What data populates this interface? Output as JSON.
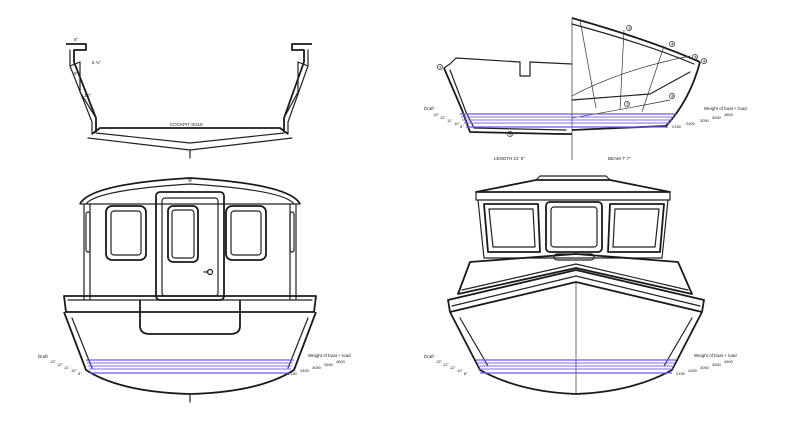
{
  "colors": {
    "line": "#222222",
    "waterline": "#7b6cf0",
    "background": "#ffffff"
  },
  "cockpit_section": {
    "sole_label": "COCKPIT SOLE",
    "dim_top": "6\"",
    "dim_depth": "6 ¾\"",
    "dim_side": "8\"",
    "dim_height": "14\""
  },
  "profile_view": {
    "length_label": "LENGTH 21' 5\"",
    "beam_label": "BEAM 7' 7\"",
    "draft_label": "Draft",
    "draft_values": [
      "13\"",
      "12\"",
      "11\"",
      "10\"",
      "8\""
    ],
    "weight_label": "Weight of boat + load",
    "weight_values": [
      "4800",
      "3550",
      "3050",
      "2400",
      "2150"
    ],
    "station_markers": [
      "①",
      "②",
      "③",
      "④",
      "⑤",
      "⑥",
      "⑦",
      "⑧"
    ]
  },
  "stern_view": {
    "draft_label": "Draft",
    "draft_values": [
      "13\"",
      "12\"",
      "11\"",
      "10\"",
      "8\""
    ],
    "weight_label": "Weight of boat + load",
    "weight_values": [
      "4800",
      "3550",
      "3050",
      "2400",
      "2150"
    ]
  },
  "bow_view": {
    "draft_label": "Draft",
    "draft_values": [
      "13\"",
      "12\"",
      "11\"",
      "10\"",
      "8\""
    ],
    "weight_label": "Weight of boat + load",
    "weight_values": [
      "4800",
      "3550",
      "3050",
      "2400",
      "2150"
    ]
  }
}
